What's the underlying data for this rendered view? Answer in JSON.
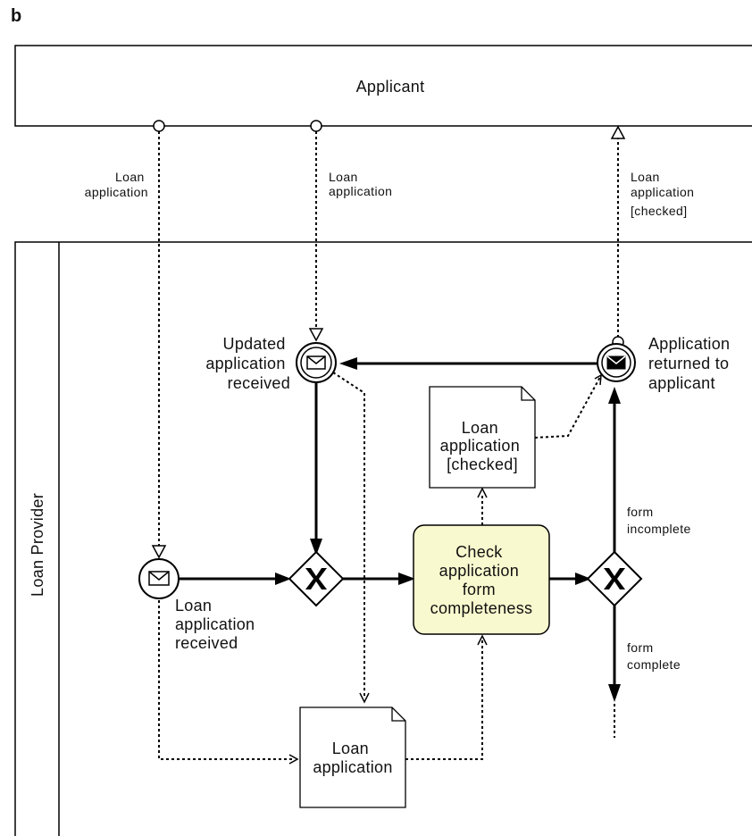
{
  "panel_label": "b",
  "pools": {
    "applicant": "Applicant",
    "loan_provider": "Loan Provider"
  },
  "message_labels": {
    "left": [
      "Loan",
      "application"
    ],
    "middle": [
      "Loan",
      "application"
    ],
    "right": [
      "Loan",
      "application",
      "[checked]"
    ]
  },
  "events": {
    "updated": [
      "Updated",
      "application",
      "received"
    ],
    "returned": [
      "Application",
      "returned to",
      "applicant"
    ],
    "received": [
      "Loan",
      "application",
      "received"
    ]
  },
  "task": [
    "Check",
    "application",
    "form",
    "completeness"
  ],
  "data_objects": {
    "checked": [
      "Loan",
      "application",
      "[checked]"
    ],
    "application": [
      "Loan",
      "application"
    ]
  },
  "gateway_marker": "X",
  "conditions": {
    "incomplete": [
      "form",
      "incomplete"
    ],
    "complete": [
      "form",
      "complete"
    ]
  },
  "colors": {
    "task_fill": "#f9f9cf",
    "line": "#000000"
  }
}
